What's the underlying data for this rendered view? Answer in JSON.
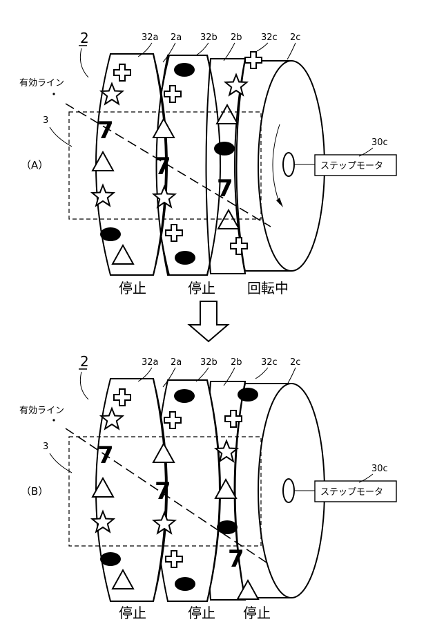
{
  "figure_a": {
    "panel_label": "（A）",
    "ref_main": "2",
    "ref_32a": "32a",
    "ref_2a": "2a",
    "ref_32b": "32b",
    "ref_2b": "2b",
    "ref_32c": "32c",
    "ref_2c": "2c",
    "ref_3": "3",
    "ref_30c": "30c",
    "payline_label": "有効ライン",
    "motor_label": "ステップモータ",
    "status_left": "停止",
    "status_middle": "停止",
    "status_right": "回転中"
  },
  "figure_b": {
    "panel_label": "（B）",
    "ref_main": "2",
    "ref_32a": "32a",
    "ref_2a": "2a",
    "ref_32b": "32b",
    "ref_2b": "2b",
    "ref_32c": "32c",
    "ref_2c": "2c",
    "ref_3": "3",
    "ref_30c": "30c",
    "payline_label": "有効ライン",
    "motor_label": "ステップモータ",
    "status_left": "停止",
    "status_middle": "停止",
    "status_right": "停止"
  },
  "symbols": {
    "seven": "7"
  }
}
